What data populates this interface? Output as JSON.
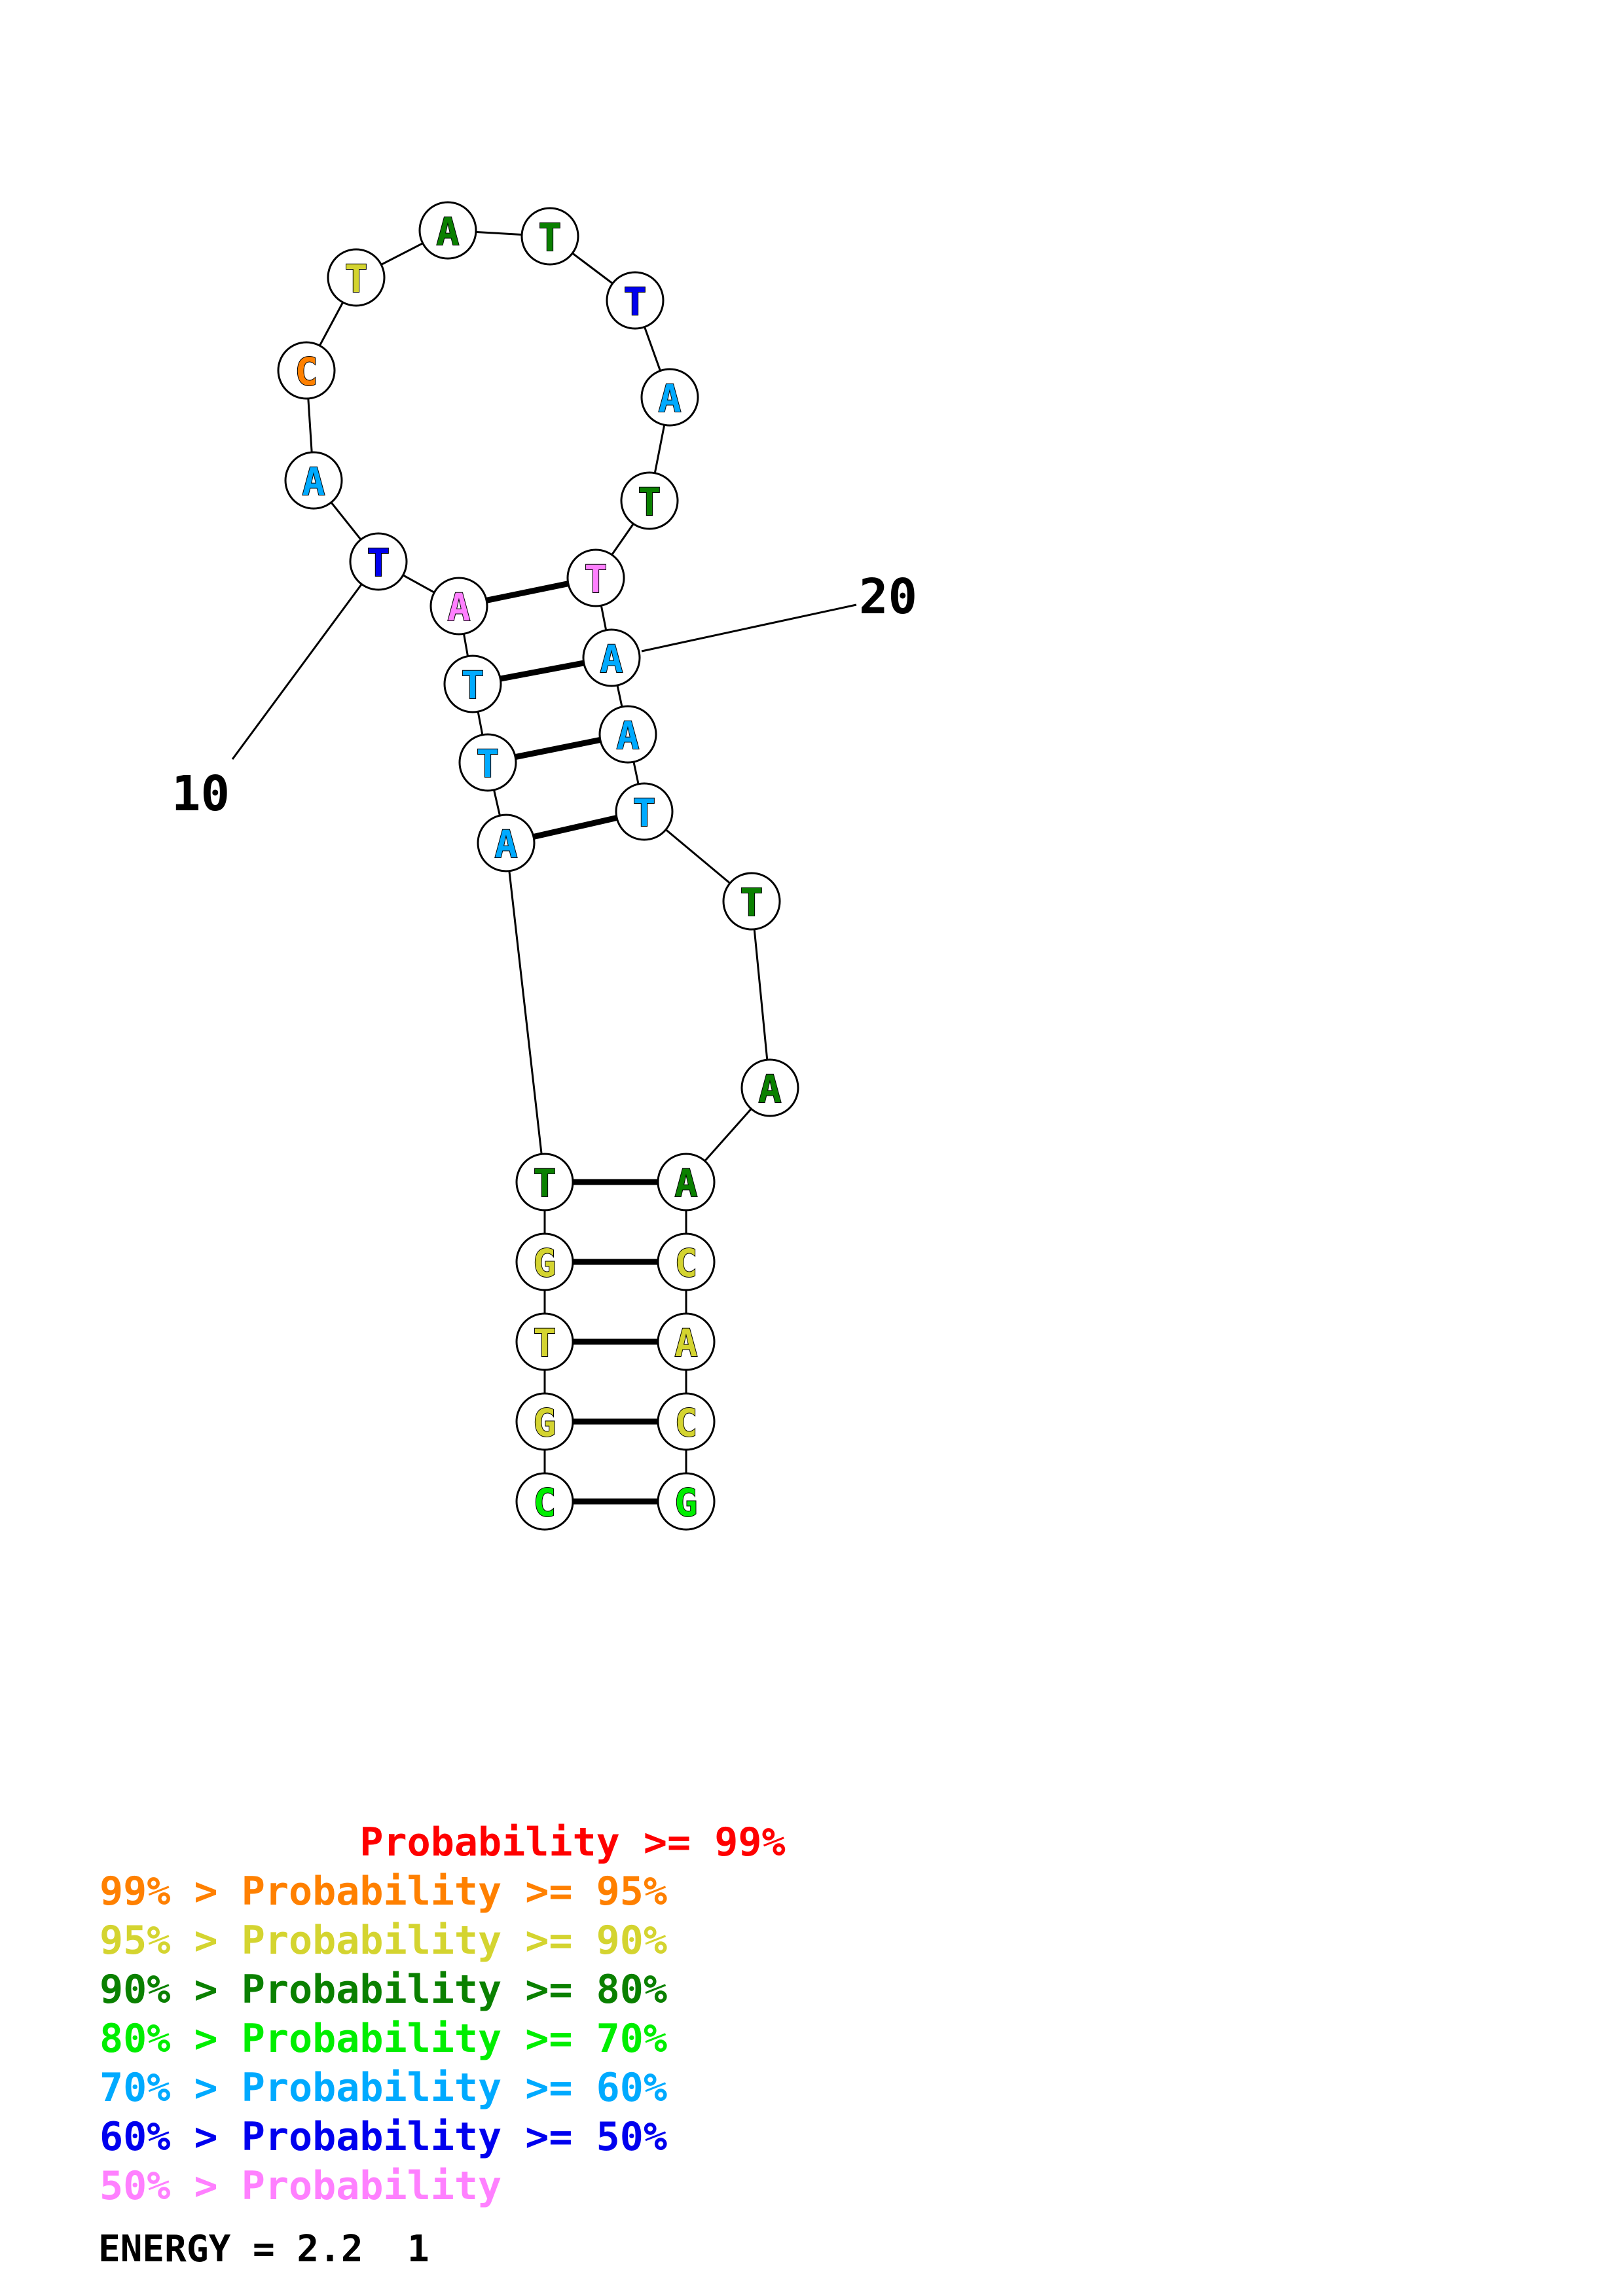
{
  "colors": {
    "p99": "#ff0000",
    "p95": "#ff8000",
    "p90": "#d4d430",
    "p80": "#0a8000",
    "p70": "#00ee00",
    "p60": "#00aaff",
    "p50": "#0000ee",
    "plow": "#ff80ff"
  },
  "nucleotides": [
    {
      "n": 1,
      "base": "C",
      "prob": "p70"
    },
    {
      "n": 2,
      "base": "G",
      "prob": "p90"
    },
    {
      "n": 3,
      "base": "T",
      "prob": "p90"
    },
    {
      "n": 4,
      "base": "G",
      "prob": "p90"
    },
    {
      "n": 5,
      "base": "T",
      "prob": "p80"
    },
    {
      "n": 6,
      "base": "A",
      "prob": "p60"
    },
    {
      "n": 7,
      "base": "T",
      "prob": "p60"
    },
    {
      "n": 8,
      "base": "T",
      "prob": "p60"
    },
    {
      "n": 9,
      "base": "A",
      "prob": "plow"
    },
    {
      "n": 10,
      "base": "T",
      "prob": "p50"
    },
    {
      "n": 11,
      "base": "A",
      "prob": "p60"
    },
    {
      "n": 12,
      "base": "C",
      "prob": "p95"
    },
    {
      "n": 13,
      "base": "T",
      "prob": "p90"
    },
    {
      "n": 14,
      "base": "A",
      "prob": "p80"
    },
    {
      "n": 15,
      "base": "T",
      "prob": "p80"
    },
    {
      "n": 16,
      "base": "T",
      "prob": "p50"
    },
    {
      "n": 17,
      "base": "A",
      "prob": "p60"
    },
    {
      "n": 18,
      "base": "T",
      "prob": "p80"
    },
    {
      "n": 19,
      "base": "T",
      "prob": "plow"
    },
    {
      "n": 20,
      "base": "A",
      "prob": "p60"
    },
    {
      "n": 21,
      "base": "A",
      "prob": "p60"
    },
    {
      "n": 22,
      "base": "T",
      "prob": "p60"
    },
    {
      "n": 23,
      "base": "T",
      "prob": "p80"
    },
    {
      "n": 24,
      "base": "A",
      "prob": "p80"
    },
    {
      "n": 25,
      "base": "A",
      "prob": "p80"
    },
    {
      "n": 26,
      "base": "C",
      "prob": "p90"
    },
    {
      "n": 27,
      "base": "A",
      "prob": "p90"
    },
    {
      "n": 28,
      "base": "C",
      "prob": "p90"
    },
    {
      "n": 29,
      "base": "G",
      "prob": "p70"
    }
  ],
  "pairs": [
    [
      1,
      29
    ],
    [
      2,
      28
    ],
    [
      3,
      27
    ],
    [
      4,
      26
    ],
    [
      5,
      25
    ],
    [
      6,
      22
    ],
    [
      7,
      21
    ],
    [
      8,
      20
    ],
    [
      9,
      19
    ]
  ],
  "position_labels": [
    {
      "n": 10,
      "text": "10"
    },
    {
      "n": 20,
      "text": "20"
    }
  ],
  "legend": [
    {
      "prefix": "    ",
      "text": "Probability >= 99%",
      "color": "p99"
    },
    {
      "prefix": "",
      "text": "99% > Probability >= 95%",
      "color": "p95"
    },
    {
      "prefix": "",
      "text": "95% > Probability >= 90%",
      "color": "p90"
    },
    {
      "prefix": "",
      "text": "90% > Probability >= 80%",
      "color": "p80"
    },
    {
      "prefix": "",
      "text": "80% > Probability >= 70%",
      "color": "p70"
    },
    {
      "prefix": "",
      "text": "70% > Probability >= 60%",
      "color": "p60"
    },
    {
      "prefix": "",
      "text": "60% > Probability >= 50%",
      "color": "p50"
    },
    {
      "prefix": "",
      "text": "50% > Probability",
      "color": "plow"
    }
  ],
  "energy": "ENERGY = 2.2  1"
}
